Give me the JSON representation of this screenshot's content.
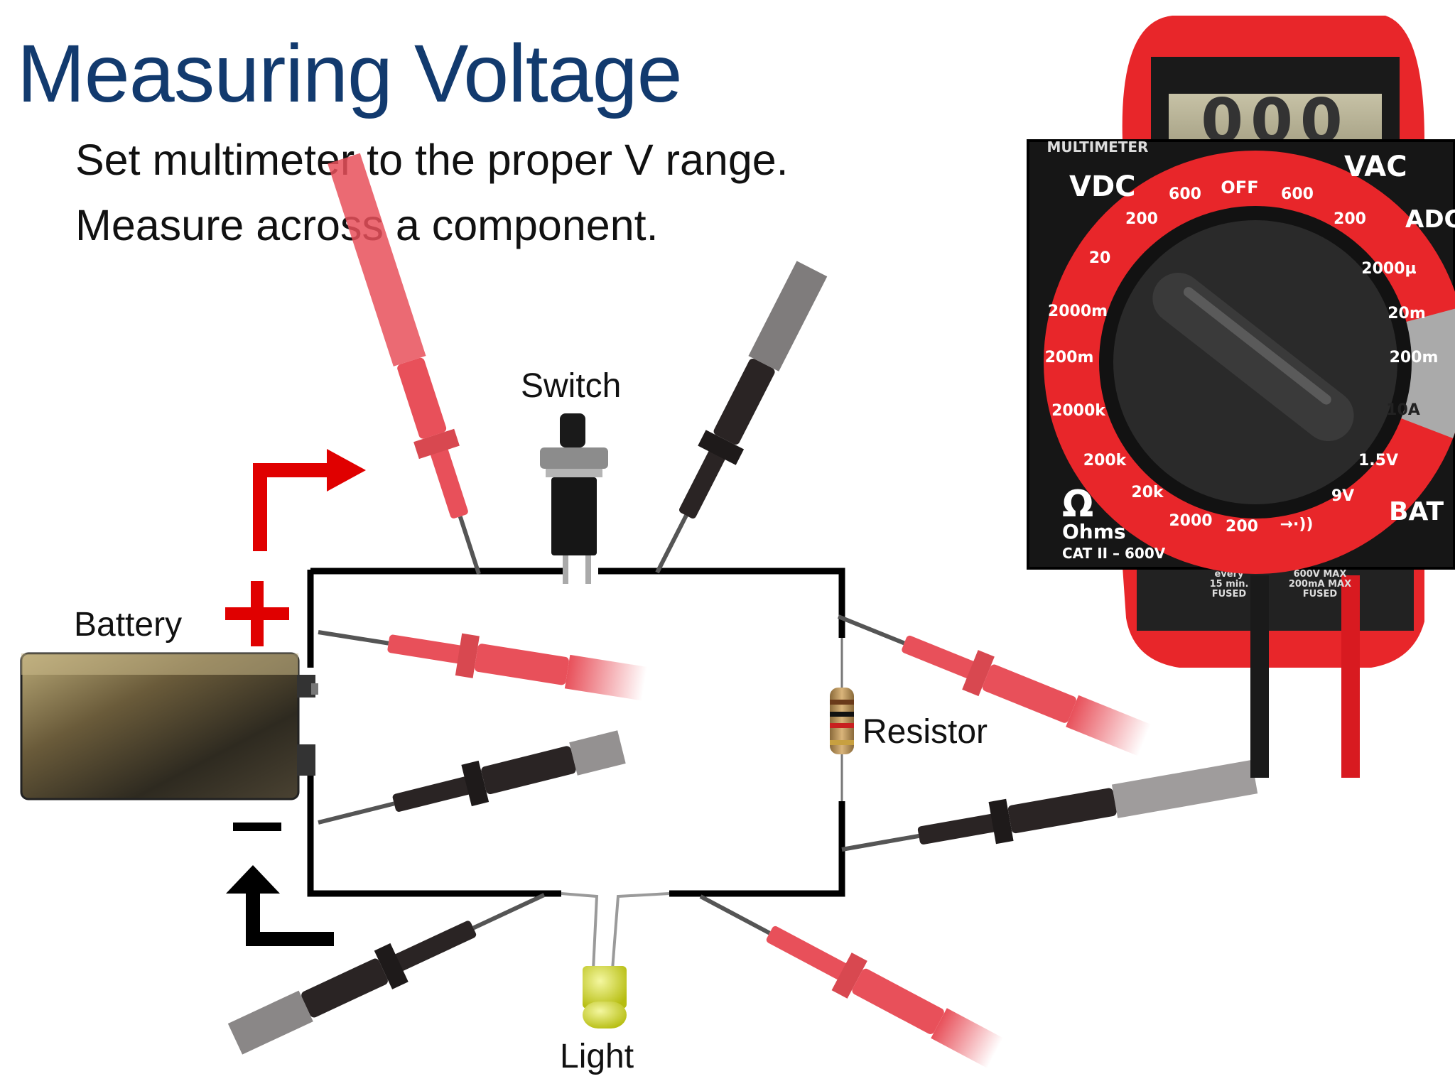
{
  "title": "Measuring Voltage",
  "bullets": [
    "Set multimeter to the proper V range.",
    "Measure across a component."
  ],
  "labels": {
    "switch": "Switch",
    "battery": "Battery",
    "resistor": "Resistor",
    "light": "Light",
    "plus": "+",
    "minus": "–"
  },
  "multimeter": {
    "display": "000",
    "brand": "MULTIMETER",
    "sections": {
      "vdc": "VDC",
      "vac": "VAC",
      "adc": "ADC",
      "bat": "BAT",
      "ohms_symbol": "Ω",
      "ohms": "Ohms"
    },
    "rating": "CAT II – 600V",
    "off": "OFF",
    "dial": {
      "vdc": [
        "600",
        "200",
        "20",
        "2000m",
        "200m"
      ],
      "vac": [
        "600",
        "200"
      ],
      "adc": [
        "2000µ",
        "20m",
        "200m",
        "10A"
      ],
      "bat": [
        "1.5V",
        "9V"
      ],
      "ohms": [
        "2000k",
        "200k",
        "20k",
        "2000",
        "200"
      ],
      "diode": "→·))"
    },
    "fuse_left": [
      "every",
      "15 min.",
      "FUSED"
    ],
    "fuse_right": [
      "600V MAX",
      "200mA MAX",
      "FUSED"
    ]
  },
  "colors": {
    "title": "#123a6e",
    "probe_red": "#e8505a",
    "probe_black": "#2a2424",
    "arrow_red": "#e00000",
    "arrow_black": "#000000",
    "meter_red": "#e8262a",
    "meter_dark": "#1a1a1a"
  }
}
